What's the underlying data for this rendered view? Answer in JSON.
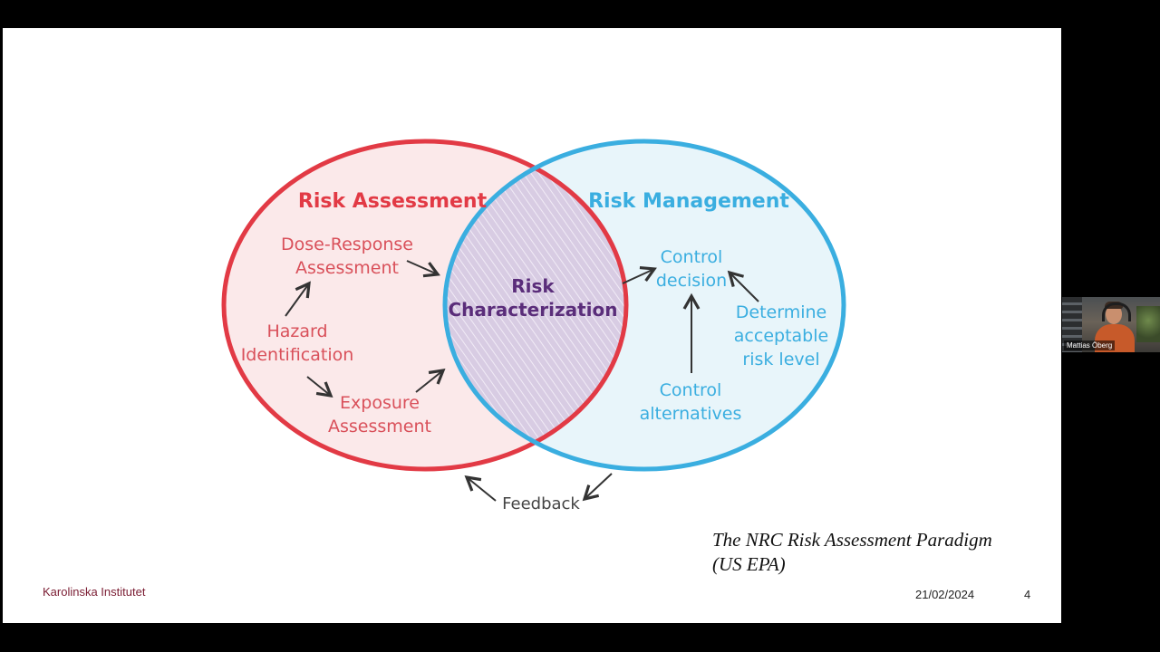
{
  "diagram": {
    "left_title": "Risk Assessment",
    "right_title": "Risk Management",
    "center_line1": "Risk",
    "center_line2": "Characterization",
    "dose_line1": "Dose-Response",
    "dose_line2": "Assessment",
    "hazard_line1": "Hazard",
    "hazard_line2": "Identification",
    "exposure_line1": "Exposure",
    "exposure_line2": "Assessment",
    "control_decision_line1": "Control",
    "control_decision_line2": "decision",
    "determine_line1": "Determine",
    "determine_line2": "acceptable",
    "determine_line3": "risk level",
    "alternatives_line1": "Control",
    "alternatives_line2": "alternatives",
    "feedback": "Feedback",
    "colors": {
      "assessment": "#e23a45",
      "assessment_fill": "#fbe9ea",
      "management": "#3aaee0",
      "management_fill": "#e8f5fa",
      "overlap": "#c9b9d6",
      "center_text": "#5a2d7a",
      "arrows": "#333333"
    }
  },
  "caption": {
    "line1": "The NRC Risk Assessment Paradigm",
    "line2": "(US EPA)"
  },
  "footer": {
    "organization": "Karolinska Institutet",
    "date": "21/02/2024",
    "page": "4"
  },
  "video": {
    "participant_name": "Mattias Öberg"
  }
}
